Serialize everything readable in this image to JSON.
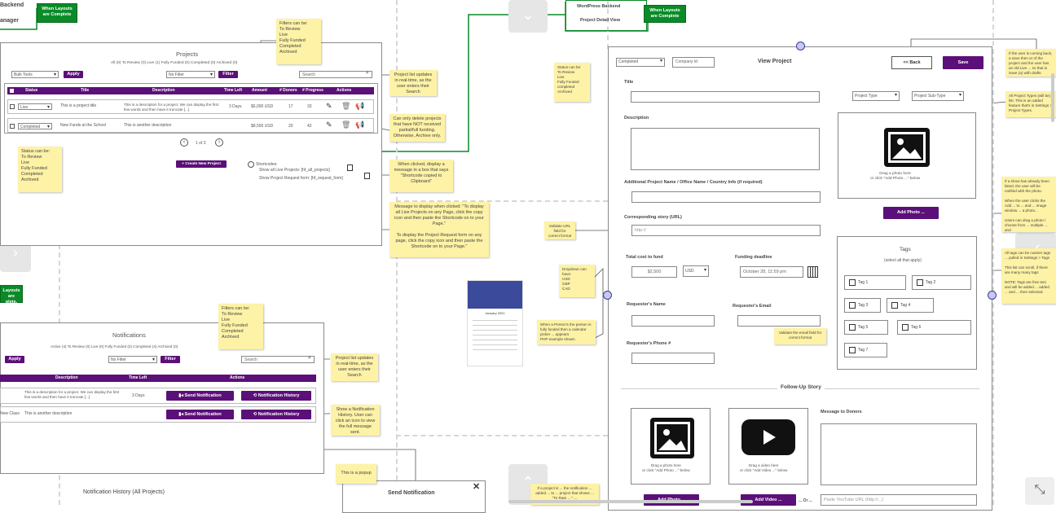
{
  "colors": {
    "accent": "#5b0f78",
    "sticky": "#fdf2a6",
    "green": "#0a8a28",
    "connector": "#0a8a28"
  },
  "top_left": {
    "title_line1": "Backend",
    "title_line2": "anager"
  },
  "green_notes": {
    "when_layouts_1": "When Layouts are Complete",
    "when_layouts_2": "When Layouts are Complete",
    "layouts_left": "Layouts are plete."
  },
  "projects": {
    "title": "Projects",
    "filters": "All (0)   To Review (0)   Live (1)   Fully Funded (0)   Completed (0)   Archived (0)",
    "bulk": "Bulk Tools",
    "apply": "Apply",
    "no_filter": "No Filter",
    "filter": "Filter",
    "search": "Search",
    "columns": [
      "Status",
      "Title",
      "Description",
      "Time Left",
      "Amount",
      "# Donors",
      "# Progress",
      "Actions"
    ],
    "rows": [
      {
        "status": "Live",
        "title": "This is a project title",
        "desc": "This is a description for a project. We can display the first few words and then have it truncate [...]",
        "time": "3 Days",
        "amount": "$6,000 USD",
        "donors": "17",
        "progress": "33"
      },
      {
        "status": "Completed",
        "title": "New Funds at the School",
        "desc": "This is another description",
        "time": "",
        "amount": "$8,500 USD",
        "donors": "20",
        "progress": "42"
      }
    ],
    "pagination": "1 of 3",
    "create": "+ Create New Project",
    "shortcodes_label": "Shortcodes:",
    "shortcode_1": "Show all Live Projects: [hf_all_projects]",
    "shortcode_2": "Show Project Request form: [hf_request_form]"
  },
  "stickies": {
    "filters_projects": "Filters can be:\nTo Review\nLive\nFully Funded\nCompleted\nArchived",
    "project_list_updates": "Project list updates in real-time, as the user enters their Search",
    "delete_projects": "Can only delete projects that have NOT received partial/full funding. Otherwise, Archive only.",
    "status_can_be": "Status can be:\nTo Review\nLive\nFully Funded\nCompleted\nArchived",
    "when_clicked": "When clicked, display a message in a box that says \"Shortcode copied to Clipboard\"",
    "message_display": "Message to display when clicked: \"To display all Live Projects on any Page, click the copy icon and then paste the Shortcode on to your Page.\"\n\nTo display the Project Request form on any page, click the copy icon and then paste the Shortcode on to your Page.\"",
    "status_can_be_2": "Status can be:\nTo Review\nLive\nFully Funded\ncompleted\nArchived",
    "valid_url": "Validate URL field for correct format",
    "dropdown_has": "Dropdown can have:\nUSD\nGBP\nCAD",
    "picker": "When a Person's the person is fully funded then a calendar picker ... appears\nPHP example shown.",
    "validate_email": "Validate the email field for correct format",
    "right_1": "If the user is coming back, a save then or of the project and the user has an old Live ... so that is Save (a) with drafts",
    "right_2": "All Project Types (will be) list. This is an added feature that's in Settings > Project Types.",
    "right_3": "If a show has already been listed, the user will be notified with the photo.\n\nWhen the user clicks the Add ... to ... and ... image window ... a photo...\n\nUsers can drag a photo / choose from ... multiple ... and",
    "right_4": "All tags can be custom tags ... pulled in Settings > Tags\n\nThis list can scroll, if there are many many tags\n\nNOTE: Tags are free text and will be added ... added ... and ... then selected.",
    "filters_notifications": "Filters can be:\nTo Review\nLive\nFully Funded\nCompleted\nArchived",
    "project_list_updates_2": "Project list updates in real-time, as the user enters their Search",
    "show_notification": "Show a Notification History. User can click an icon to view the full message sent.",
    "this_is_popup": "This is a popup",
    "bottom_yellow": "If a project is ... the notification ... added ... to ... project that shows ... \"To Rate ... \" ..."
  },
  "wp_header": {
    "line1": "WordPress Backend",
    "line2": "Project Detail View"
  },
  "view_project": {
    "status": "Completed",
    "company": "Company Id",
    "title": "View Project",
    "back": "<< Back",
    "save": "Save",
    "title_lbl": "Title",
    "desc_lbl": "Description",
    "project_type": "Project Type",
    "project_subtype": "Project Sub-Type",
    "drag_photo": "Drag a photo here\nor click \"Add Photo ...\" below",
    "add_photo": "Add Photo ...",
    "addl_lbl": "Additional Project Name / Office Name / Country Info (if required)",
    "story_lbl": "Corresponding story (URL)",
    "story_ph": "http://",
    "cost_lbl": "Total cost to fund",
    "cost_val": "$2,500",
    "currency": "USD",
    "deadline_lbl": "Funding deadline",
    "deadline_val": "October 28, 11:59 pm",
    "req_name_lbl": "Requester's Name",
    "req_email_lbl": "Requester's Email",
    "req_phone_lbl": "Requester's Phone #",
    "tags_title": "Tags",
    "tags_sub": "(select all that apply)",
    "tags": [
      "Tag 1",
      "Tag 2",
      "Tag 3",
      "Tag 4",
      "Tag 5",
      "Tag 6",
      "Tag 7"
    ],
    "follow_up": "Follow-Up Story",
    "drag_photo_2": "Drag a photo here\nor click \"Add Photo ...\" below",
    "drag_video": "Drag a video here\nor click \"Add Video ...\" below",
    "msg_donors": "Message to Donors",
    "add_photo_2": "Add Photo ...",
    "add_video": "Add Video ...",
    "or": "... Or ...",
    "yt_ph": "Paste YouTube URL (http://...)"
  },
  "calendar": {
    "month": "January 2021"
  },
  "notifications": {
    "title": "Notifications",
    "filters": "Active (4)   To Review (0)   Live (0)   Fully Funded (0)   Completed (4)   Archived (0)",
    "apply": "Apply",
    "no_filter": "No Filter",
    "filter": "Filter",
    "search": "Search",
    "columns": [
      "Description",
      "Time Left",
      "Actions"
    ],
    "rows": [
      {
        "desc": "This is a description for a project. We can display the first few words and then have it truncate [...]",
        "time": "3 Days",
        "send": "Send Notification",
        "history": "Notification History"
      },
      {
        "name": "New Class",
        "desc": "This is another description",
        "time": "",
        "send": "Send Notification",
        "history": "Notification History"
      }
    ],
    "history_title": "Notification History (All Projects)",
    "send_title": "Send Notification"
  }
}
